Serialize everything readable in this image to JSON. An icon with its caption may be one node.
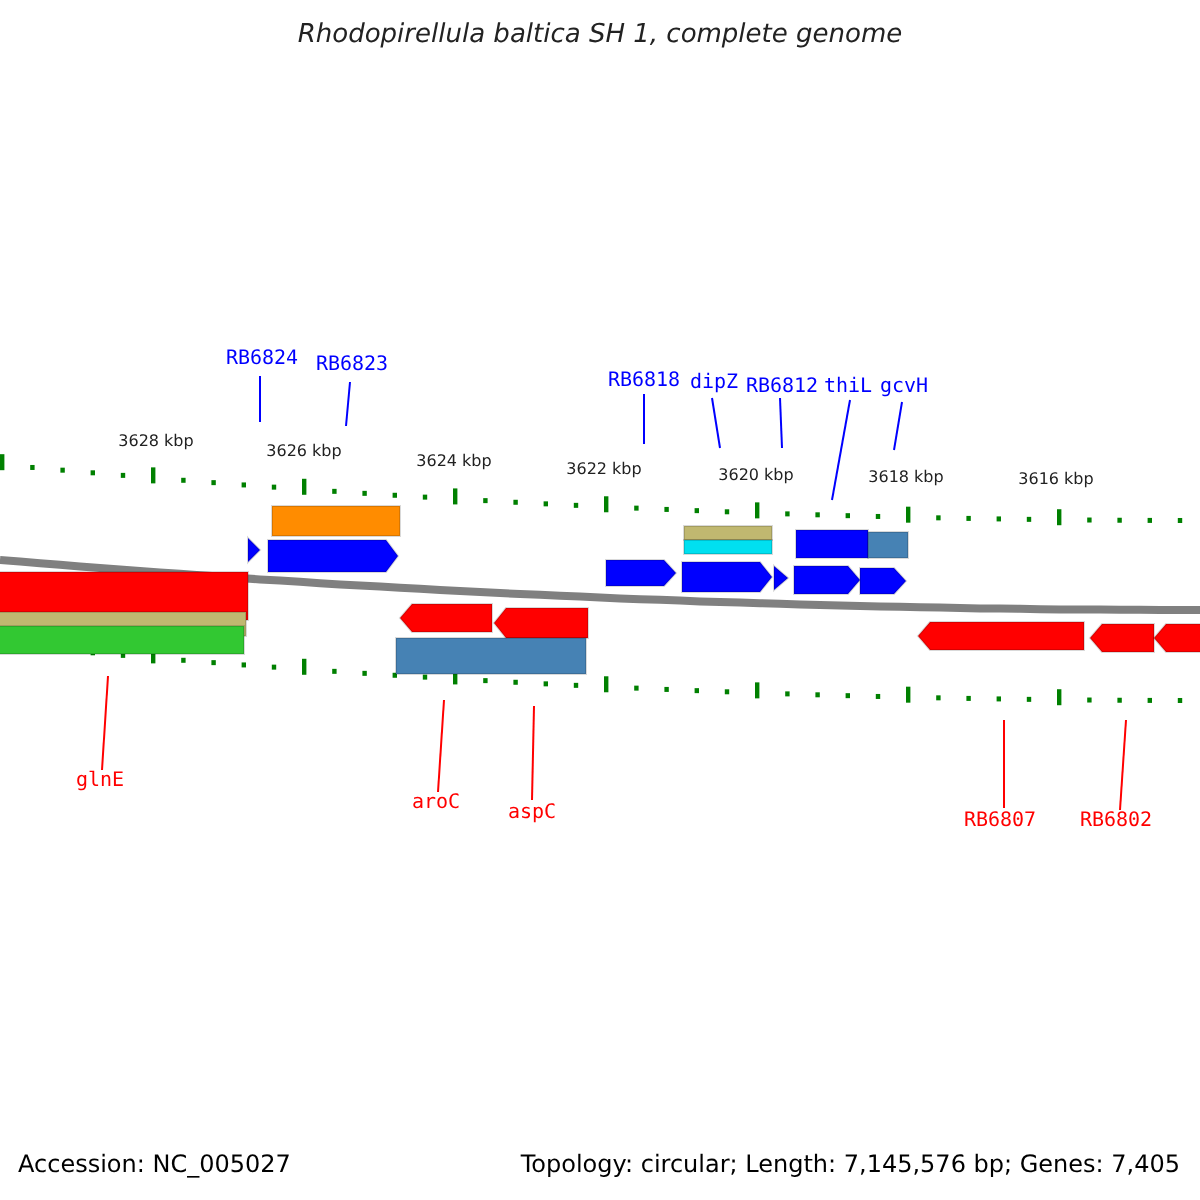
{
  "diagram": {
    "title": "Rhodopirellula baltica SH 1, complete genome",
    "nodes": [
      {
        "text": [
          "RB6824"
        ]
      },
      {
        "text": [
          "RB6823"
        ]
      },
      {
        "text": [
          "RB6818"
        ]
      },
      {
        "text": [
          "dipZ"
        ]
      },
      {
        "text": [
          "RB6812"
        ]
      },
      {
        "text": [
          "thiL"
        ]
      },
      {
        "text": [
          "gcvH"
        ]
      },
      {
        "text": [
          "glnE"
        ]
      },
      {
        "text": [
          "aroC"
        ]
      },
      {
        "text": [
          "aspC"
        ]
      },
      {
        "text": [
          "RB6807"
        ]
      },
      {
        "text": [
          "RB6802"
        ]
      }
    ],
    "edges": [
      {
        "from": 0,
        "to": null,
        "arrow": "none"
      },
      {
        "from": 1,
        "to": null,
        "arrow": "none"
      },
      {
        "from": 2,
        "to": null,
        "arrow": "none"
      },
      {
        "from": 3,
        "to": null,
        "arrow": "none"
      },
      {
        "from": 4,
        "to": null,
        "arrow": "none"
      },
      {
        "from": 5,
        "to": null,
        "arrow": "none"
      },
      {
        "from": 6,
        "to": null,
        "arrow": "none"
      },
      {
        "from": 7,
        "to": null,
        "arrow": "none",
        "color": "#ff0000"
      },
      {
        "from": 8,
        "to": null,
        "arrow": "none",
        "color": "#ff0000"
      },
      {
        "from": 9,
        "to": null,
        "arrow": "none",
        "color": "#ff0000"
      },
      {
        "from": 10,
        "to": null,
        "arrow": "none",
        "color": "#ff0000"
      },
      {
        "from": 11,
        "to": null,
        "arrow": "none",
        "color": "#ff0000"
      }
    ],
    "labels": [
      "3628 kbp",
      "3626 kbp",
      "3624 kbp",
      "3622 kbp",
      "3620 kbp",
      "3618 kbp",
      "3616 kbp",
      "Accession: NC_005027",
      "Topology: circular; Length: 7,145,576 bp; Genes: 7,405"
    ]
  }
}
